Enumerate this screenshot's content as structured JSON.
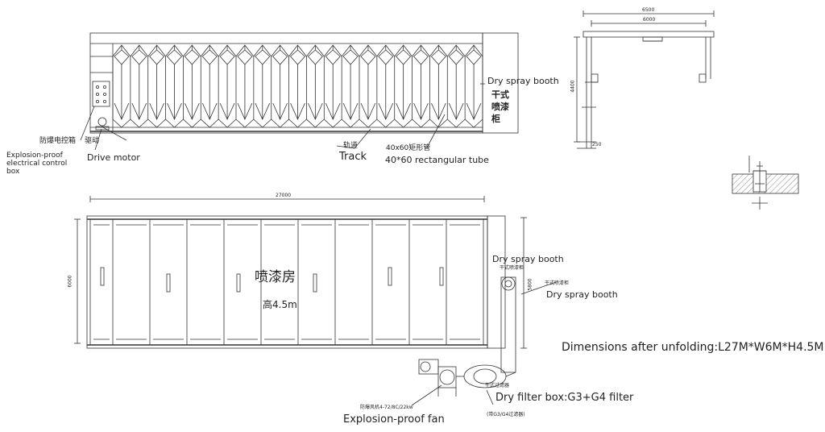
{
  "labels": {
    "explosion_box_cn": "防爆电控箱",
    "explosion_box_en": "Explosion-proof\nelectrical control box",
    "drive_cn": "驱动",
    "drive_en": "Drive motor",
    "track_cn": "轨道",
    "track_en": "Track",
    "tube_cn": "40x60矩形管",
    "tube_en": "40*60 rectangular tube",
    "dry_booth_en_top": "Dry spray booth",
    "dry_booth_cn_top": "干式\n喷漆\n柜",
    "front_dim_6500": "6500",
    "front_dim_6000": "6000",
    "front_dim_4400": "4400",
    "front_dim_250": "250",
    "plan_dim_27000": "27000",
    "plan_dim_6000": "6000",
    "plan_dim_5800": "5800",
    "room_cn": "喷漆房",
    "room_height_cn": "高4.5m",
    "dry_booth_en_mid": "Dry spray booth",
    "dry_booth_cn_mid": "干式喷漆柜",
    "dry_booth_cn_right": "干式喷漆柜",
    "dry_booth_en_right": "Dry spray booth",
    "dimensions_note": "Dimensions after unfolding:L27M*W6M*H4.5M",
    "filter_cn": "干式过滤器",
    "filter_en": "Dry filter box:G3+G4 filter",
    "filter_cn_sub": "(带G3/G4过滤器)",
    "fan_cn": "防爆风机4-72/8C/22kw",
    "fan_en": "Explosion-proof fan"
  }
}
